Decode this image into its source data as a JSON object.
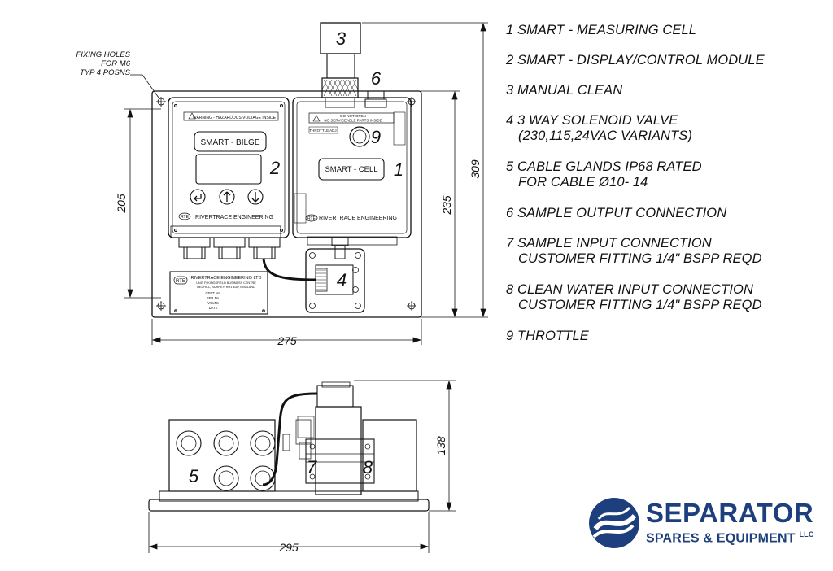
{
  "fixing_note": {
    "line1": "FIXING HOLES",
    "line2": "FOR M6",
    "line3": "TYP 4 POSNS"
  },
  "dimensions": {
    "top_width": "275",
    "left_height": "205",
    "right_height_inner": "235",
    "right_height_total": "309",
    "side_height": "138",
    "side_width": "295"
  },
  "callouts": [
    "1",
    "2",
    "3",
    "4",
    "5",
    "6",
    "7",
    "8",
    "9"
  ],
  "display_module": {
    "warning": "WARNING - HAZARDOUS VOLTAGE INSIDE",
    "name": "SMART - BILGE",
    "maker": "RIVERTRACE ENGINEERING",
    "badge": "RTE"
  },
  "cell_module": {
    "warning_line1": "DO NOT OPEN",
    "warning_line2": "NO SERVICEABLE PARTS INSIDE",
    "throttle_label": "THROTTLE ADJ",
    "name": "SMART - CELL",
    "maker": "RIVERTRACE ENGINEERING",
    "badge": "RTE"
  },
  "nameplate": {
    "badge": "RTE",
    "company": "RIVERTRACE ENGINEERING LTD",
    "addr1": "UNIT P, KINGSFIELD BUSINESS CENTRE",
    "addr2": "REDHILL, SURREY, RH1 4DP, ENGLAND",
    "fields": [
      "CERT No.",
      "SER No.",
      "VOLTS",
      "DATE"
    ]
  },
  "legend": [
    {
      "num": "1",
      "line1": "1 SMART - MEASURING CELL",
      "line2": ""
    },
    {
      "num": "2",
      "line1": "2 SMART - DISPLAY/CONTROL MODULE",
      "line2": ""
    },
    {
      "num": "3",
      "line1": "3 MANUAL CLEAN",
      "line2": ""
    },
    {
      "num": "4",
      "line1": "4 3 WAY SOLENOID VALVE",
      "line2": "(230,115,24VAC VARIANTS)"
    },
    {
      "num": "5",
      "line1": "5 CABLE GLANDS IP68 RATED",
      "line2": "FOR CABLE Ø10- 14"
    },
    {
      "num": "6",
      "line1": "6 SAMPLE OUTPUT CONNECTION",
      "line2": ""
    },
    {
      "num": "7",
      "line1": "7 SAMPLE INPUT CONNECTION",
      "line2": "CUSTOMER FITTING 1/4\" BSPP REQD"
    },
    {
      "num": "8",
      "line1": "8 CLEAN WATER INPUT CONNECTION",
      "line2": "CUSTOMER FITTING 1/4\" BSPP REQD"
    },
    {
      "num": "9",
      "line1": "9 THROTTLE",
      "line2": ""
    }
  ],
  "logo": {
    "name": "SEPARATOR",
    "subtitle": "SPARES & EQUIPMENT",
    "suffix": "LLC",
    "color": "#1e3f7d"
  },
  "colors": {
    "line": "#111111",
    "logo": "#1e3f7d"
  }
}
